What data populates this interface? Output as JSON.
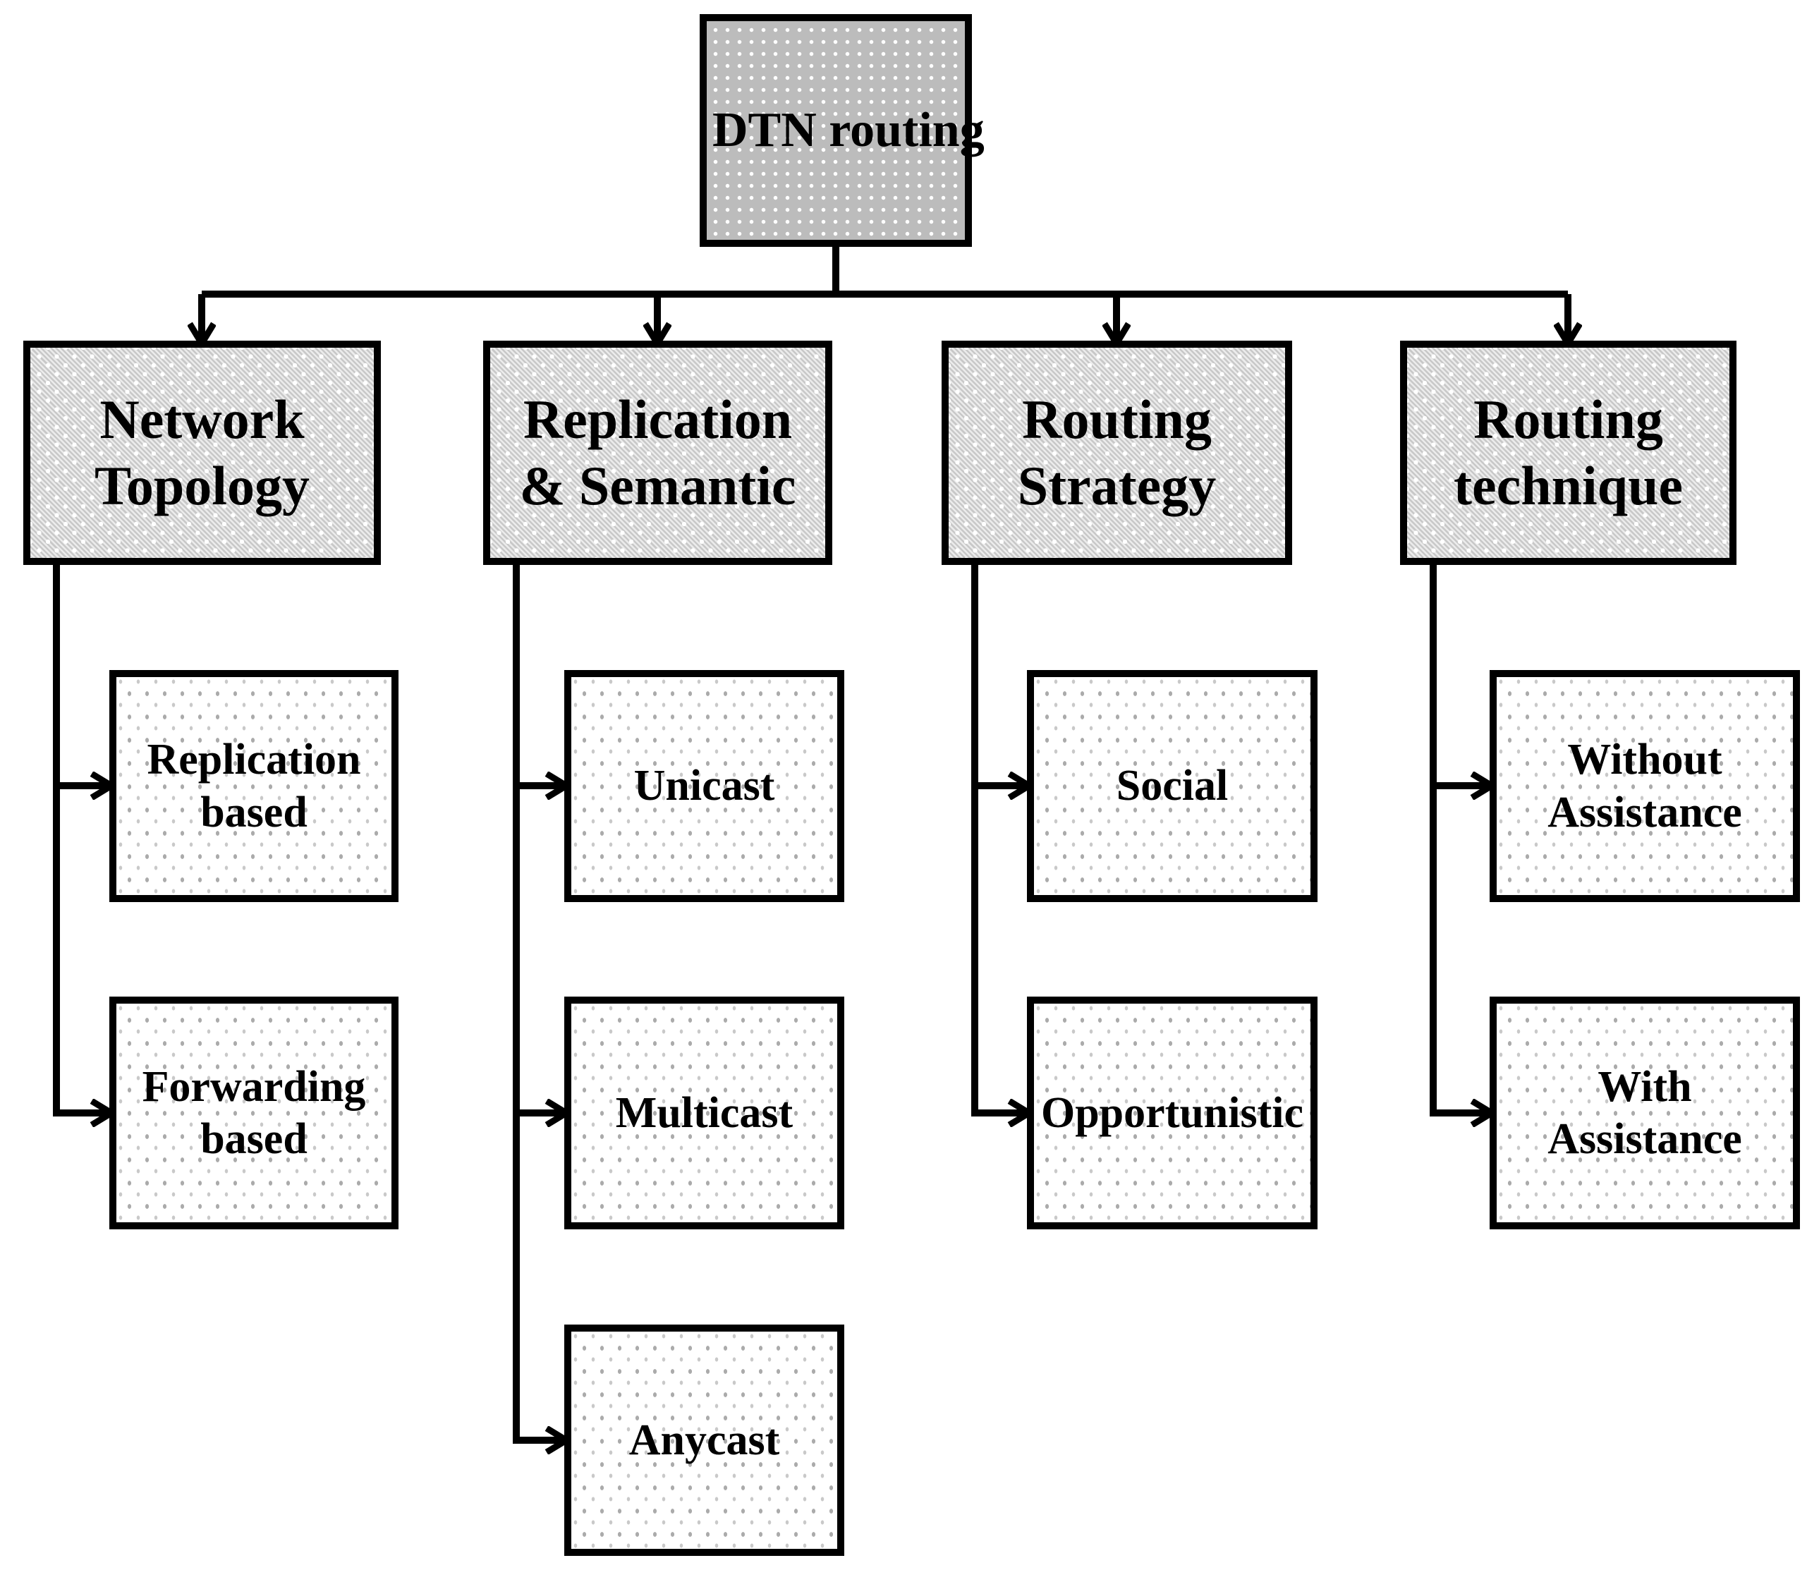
{
  "figure": {
    "root": {
      "label": "DTN routing"
    },
    "branches": [
      {
        "label": "Network Topology",
        "children": [
          {
            "label": "Replication based"
          },
          {
            "label": "Forwarding based"
          }
        ]
      },
      {
        "label": "Replication & Semantic",
        "children": [
          {
            "label": "Unicast"
          },
          {
            "label": "Multicast"
          },
          {
            "label": "Anycast"
          }
        ]
      },
      {
        "label": "Routing Strategy",
        "children": [
          {
            "label": "Social"
          },
          {
            "label": "Opportunistic"
          }
        ]
      },
      {
        "label": "Routing technique",
        "children": [
          {
            "label": "Without Assistance"
          },
          {
            "label": "With Assistance"
          }
        ]
      }
    ],
    "colors": {
      "line": "#000000",
      "text": "#000000",
      "background": "#ffffff",
      "root_fill": "#bcbcbc",
      "branch_fill": "#dcdcdc",
      "leaf_fill": "#ffffff"
    }
  }
}
